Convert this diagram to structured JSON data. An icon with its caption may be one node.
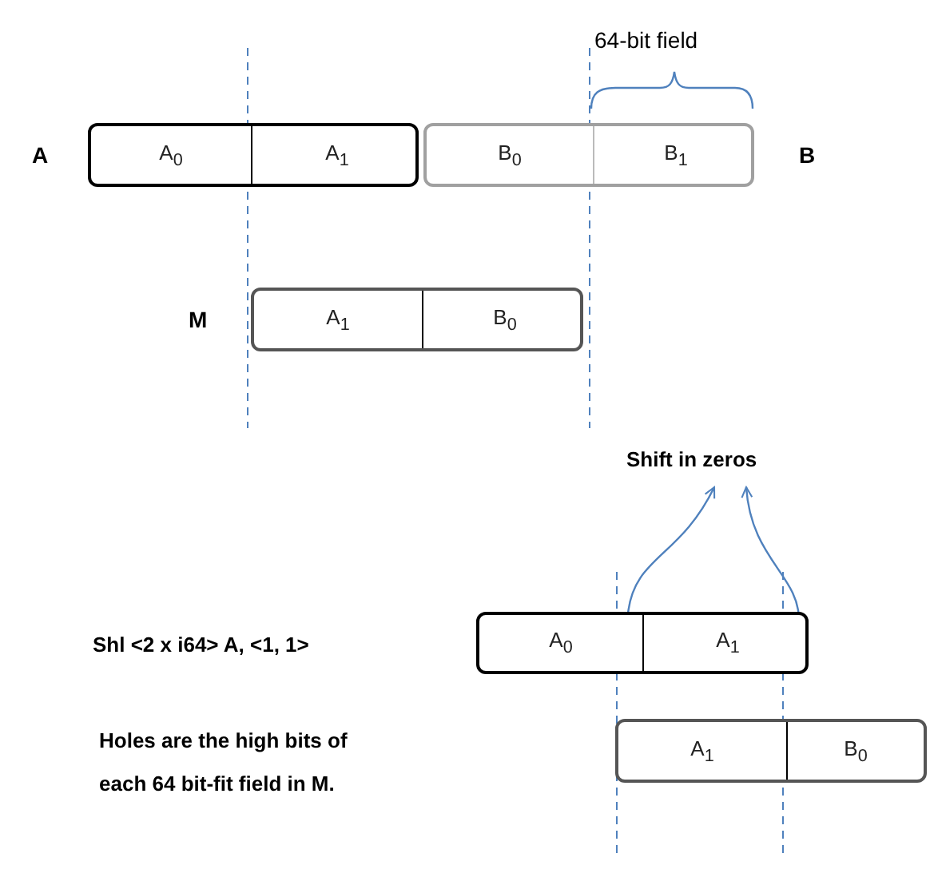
{
  "diagram": {
    "nodes": [
      {
        "text": [],
        "shape": "box",
        "beside": [
          "A"
        ]
      },
      {
        "text": [
          "A$_{0}$"
        ],
        "in": 0
      },
      {
        "text": [
          "A$_{1}$"
        ],
        "in": 0
      },
      {
        "text": [],
        "shape": "box",
        "beside": [
          "B"
        ]
      },
      {
        "text": [
          "B$_{0}$"
        ],
        "in": 3
      },
      {
        "text": [
          "B$_{1}$"
        ],
        "in": 3
      },
      {
        "text": [],
        "shape": "box",
        "beside": [
          "M"
        ]
      },
      {
        "text": [
          "A$_{1}$"
        ],
        "in": 6
      },
      {
        "text": [
          "B$_{0}$"
        ],
        "in": 6
      },
      {
        "text": [],
        "shape": "box"
      },
      {
        "text": [
          "A$_{0}$"
        ],
        "in": 9
      },
      {
        "text": [
          "A$_{1}$"
        ],
        "in": 9
      },
      {
        "text": [],
        "shape": "box"
      },
      {
        "text": [
          "A$_{1}$"
        ],
        "in": 12
      },
      {
        "text": [
          "B$_{0}$"
        ],
        "in": 12
      },
      {
        "text": [
          "Shift in zeros"
        ]
      }
    ],
    "edges": [
      {
        "from": 9,
        "to": 15,
        "arrow": "to",
        "color": "#4f81bd"
      },
      {
        "from": 11,
        "to": 15,
        "arrow": "to",
        "color": "#4f81bd"
      }
    ],
    "labels": [
      "64-bit field",
      "Shl <2 x i64> A, <1, 1>",
      "Holes are the high bits of each 64 bit-fit field in M."
    ]
  }
}
